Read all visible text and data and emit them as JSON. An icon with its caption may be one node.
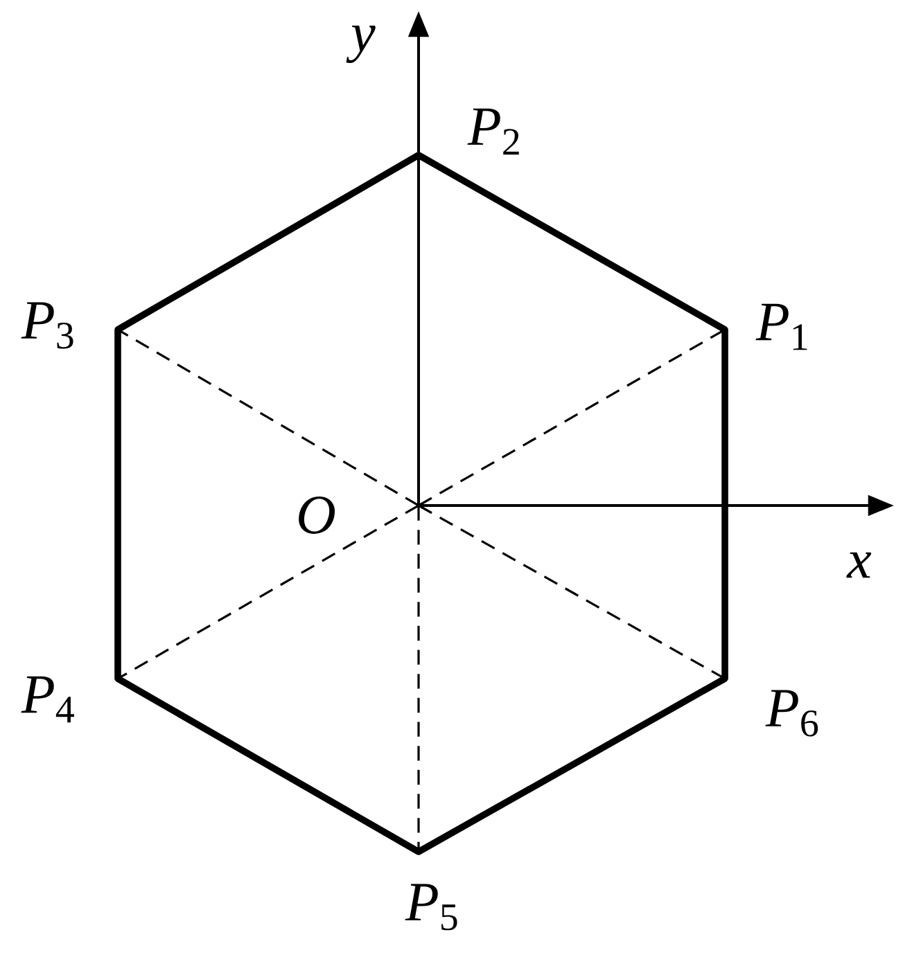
{
  "diagram": {
    "nodes": [
      {
        "text": [],
        "shape": "point",
        "beside": [
          "*O*"
        ]
      },
      {
        "text": [],
        "shape": "point",
        "beside": [
          "*P*$_{1}$"
        ]
      },
      {
        "text": [],
        "shape": "point",
        "beside": [
          "*P*$_{2}$"
        ]
      },
      {
        "text": [],
        "shape": "point",
        "beside": [
          "*P*$_{3}$"
        ]
      },
      {
        "text": [],
        "shape": "point",
        "beside": [
          "*P*$_{4}$"
        ]
      },
      {
        "text": [],
        "shape": "point",
        "beside": [
          "*P*$_{5}$"
        ]
      },
      {
        "text": [],
        "shape": "point",
        "beside": [
          "*P*$_{6}$"
        ]
      }
    ],
    "edges": [
      {
        "from": 1,
        "to": 2,
        "arrow": "none"
      },
      {
        "from": 2,
        "to": 3,
        "arrow": "none"
      },
      {
        "from": 3,
        "to": 4,
        "arrow": "none"
      },
      {
        "from": 4,
        "to": 5,
        "arrow": "none"
      },
      {
        "from": 5,
        "to": 6,
        "arrow": "none"
      },
      {
        "from": 6,
        "to": 1,
        "arrow": "none"
      },
      {
        "from": 0,
        "to": 1,
        "arrow": "none",
        "style": "dashed"
      },
      {
        "from": 0,
        "to": 3,
        "arrow": "none",
        "style": "dashed"
      },
      {
        "from": 0,
        "to": 4,
        "arrow": "none",
        "style": "dashed"
      },
      {
        "from": 0,
        "to": 5,
        "arrow": "none",
        "style": "dashed"
      },
      {
        "from": 0,
        "to": 6,
        "arrow": "none",
        "style": "dashed"
      }
    ],
    "labels": [
      "*y*",
      "*x*"
    ]
  }
}
